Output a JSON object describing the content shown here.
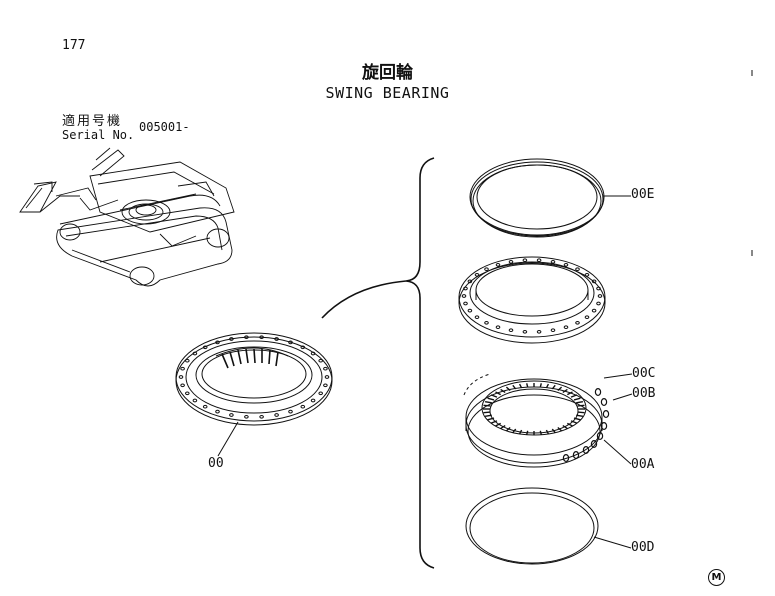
{
  "page_number": "177",
  "title": {
    "jp": "旋回輪",
    "en": "SWING BEARING"
  },
  "serial": {
    "label_jp": "適用号機",
    "label_en": "Serial No.",
    "value": "005001-"
  },
  "callouts": {
    "assembly": "00",
    "part_a": "00A",
    "part_b": "00B",
    "part_c": "00C",
    "part_d": "00D",
    "part_e": "00E"
  },
  "maker_mark": "M"
}
